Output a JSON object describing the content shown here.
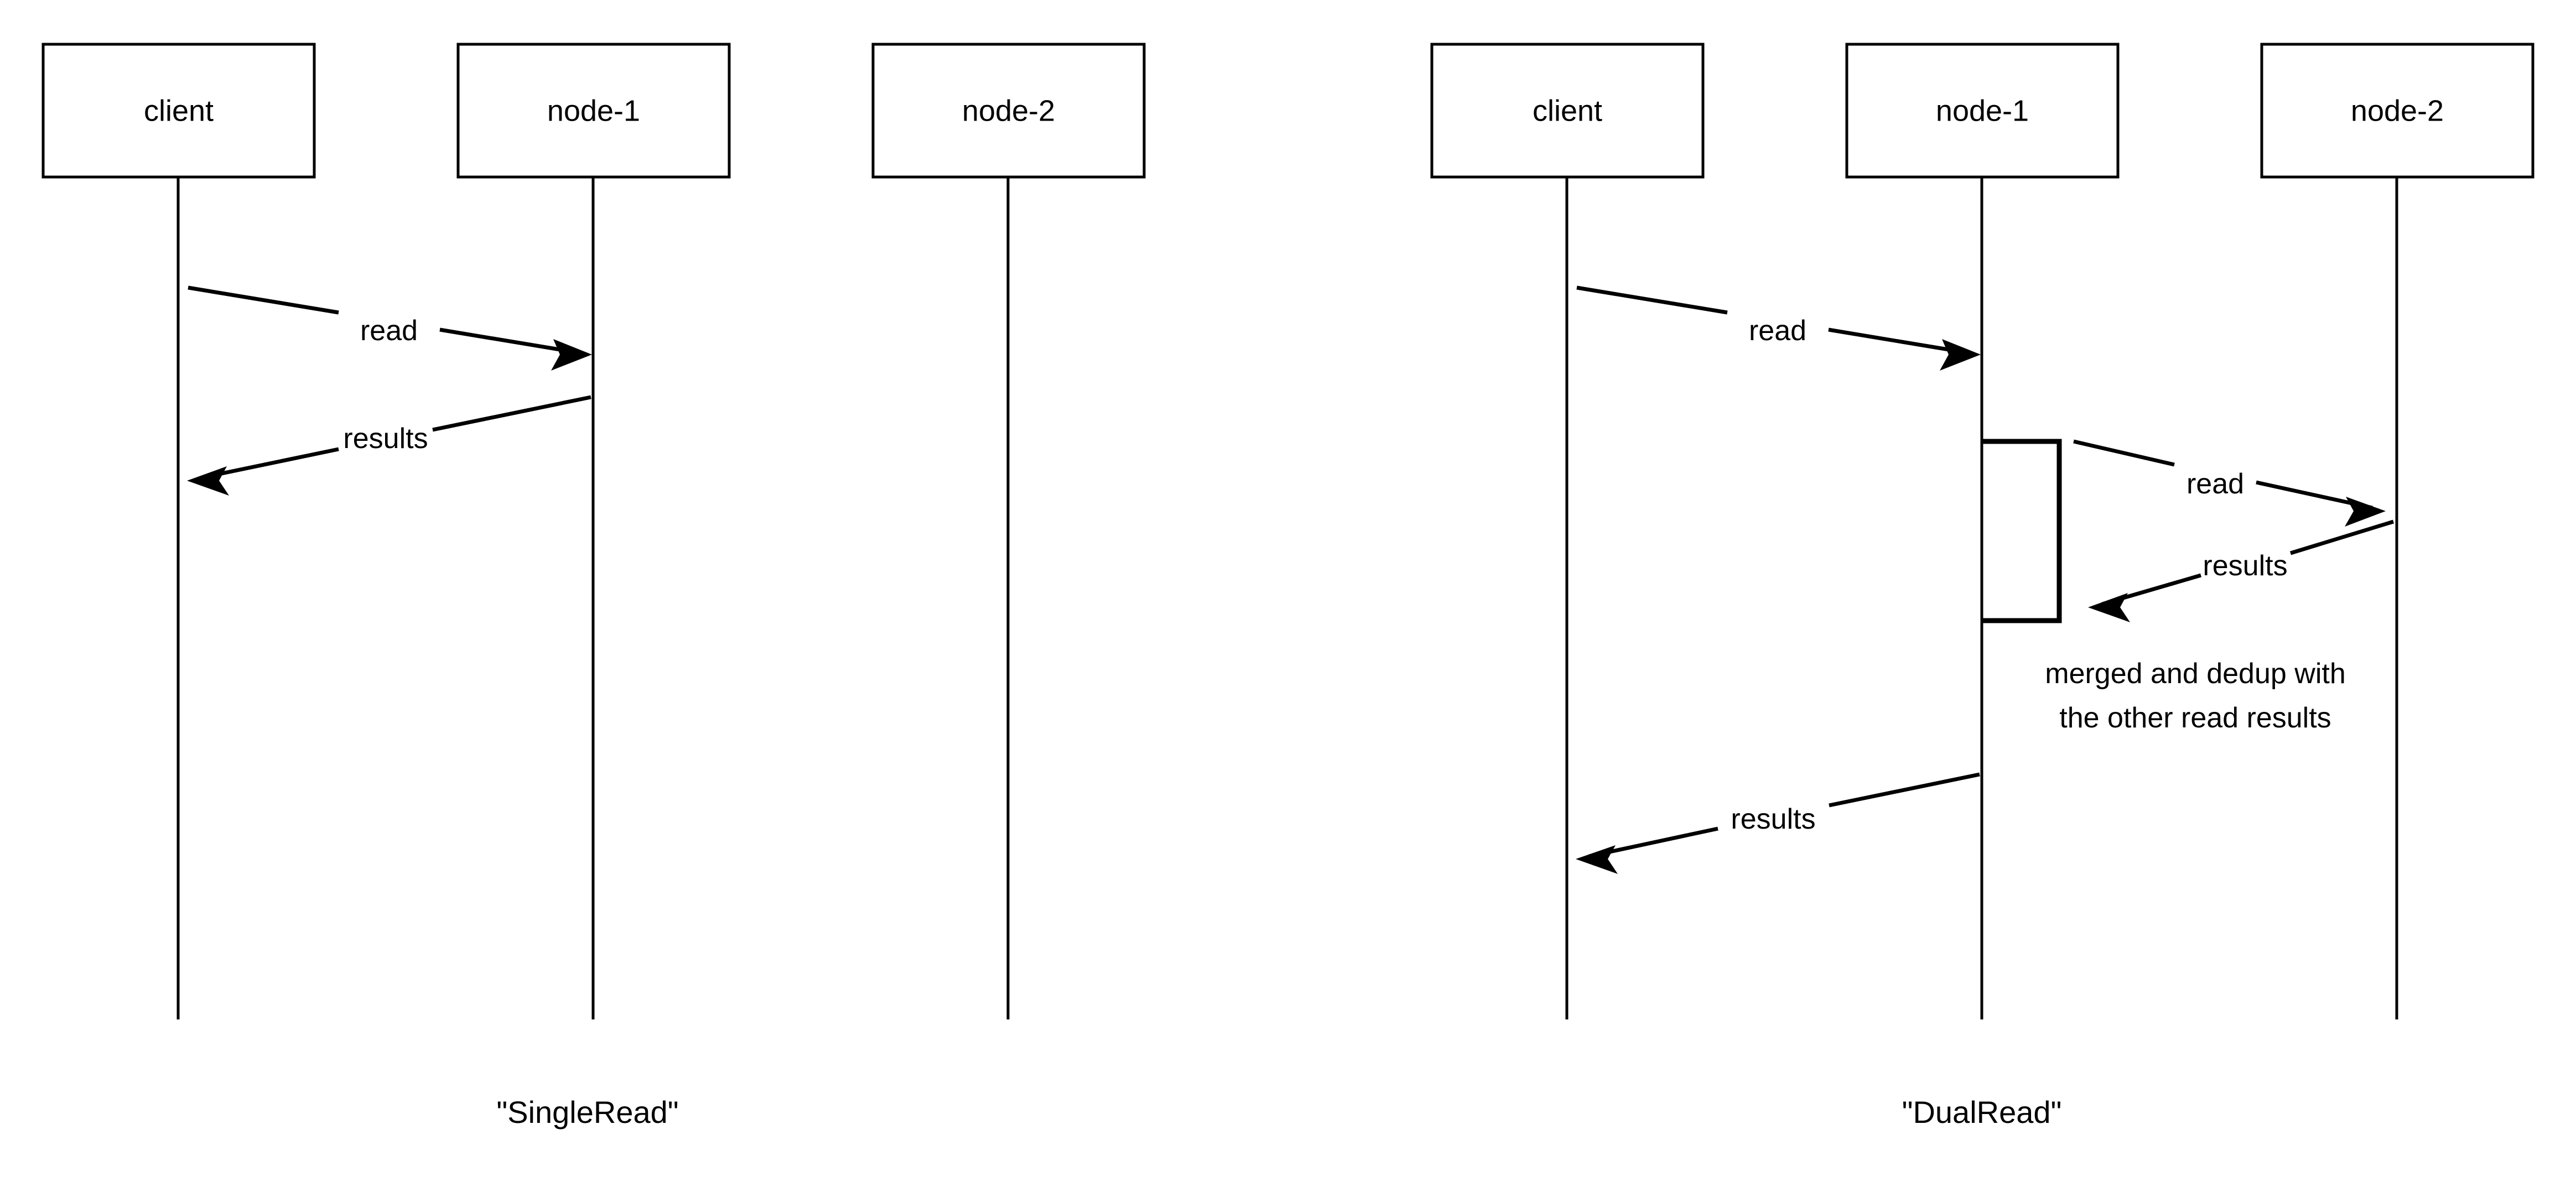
{
  "diagram": {
    "type": "sequence-diagram",
    "background_color": "#ffffff",
    "line_color": "#000000",
    "panels": [
      {
        "id": "single-read",
        "caption": "\"SingleRead\"",
        "participants": [
          {
            "id": "client",
            "label": "client"
          },
          {
            "id": "node-1",
            "label": "node-1"
          },
          {
            "id": "node-2",
            "label": "node-2"
          }
        ],
        "messages": [
          {
            "id": "m1",
            "label": "read",
            "from": "client",
            "to": "node-1",
            "direction": "right"
          },
          {
            "id": "m2",
            "label": "results",
            "from": "node-1",
            "to": "client",
            "direction": "left"
          }
        ],
        "activations": [],
        "notes": []
      },
      {
        "id": "dual-read",
        "caption": "\"DualRead\"",
        "participants": [
          {
            "id": "client",
            "label": "client"
          },
          {
            "id": "node-1",
            "label": "node-1"
          },
          {
            "id": "node-2",
            "label": "node-2"
          }
        ],
        "messages": [
          {
            "id": "m1",
            "label": "read",
            "from": "client",
            "to": "node-1",
            "direction": "right"
          },
          {
            "id": "m2",
            "label": "read",
            "from": "node-1",
            "to": "node-2",
            "direction": "right"
          },
          {
            "id": "m3",
            "label": "results",
            "from": "node-2",
            "to": "node-1",
            "direction": "left"
          },
          {
            "id": "m4",
            "label": "results",
            "from": "node-1",
            "to": "client",
            "direction": "left"
          }
        ],
        "activations": [
          {
            "id": "a1",
            "on": "node-1"
          }
        ],
        "notes": [
          {
            "id": "n1",
            "on": "node-1",
            "lines": [
              "merged and dedup with",
              "the other read results"
            ]
          }
        ]
      }
    ]
  }
}
